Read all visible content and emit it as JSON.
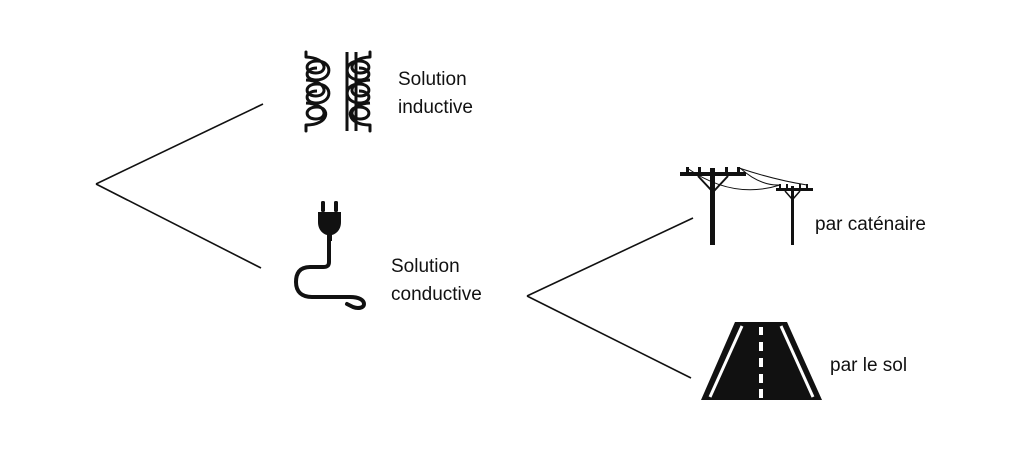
{
  "nodes": {
    "inductive": {
      "line1": "Solution",
      "line2": "inductive",
      "icon": "transformer-coil-icon"
    },
    "conductive": {
      "line1": "Solution",
      "line2": "conductive",
      "icon": "electric-plug-cable-icon"
    },
    "catenary": {
      "label": "par caténaire",
      "icon": "utility-pole-power-line-icon"
    },
    "ground": {
      "label": "par le sol",
      "icon": "road-lane-icon"
    }
  },
  "colors": {
    "ink": "#111111",
    "background": "#ffffff",
    "road_marking": "#ffffff"
  }
}
